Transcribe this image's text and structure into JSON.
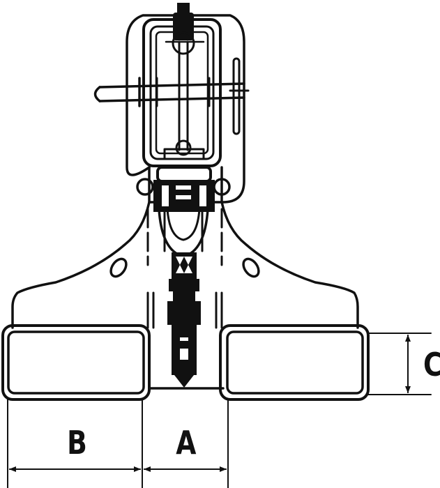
{
  "figure": {
    "subject": "Lifting clamp / fork attachment, front view",
    "line_color": "#111111",
    "background": "#ffffff"
  },
  "dimensions": {
    "A": {
      "label": "A",
      "meaning": "gap between fork tines"
    },
    "B": {
      "label": "B",
      "meaning": "tine width"
    },
    "C": {
      "label": "C",
      "meaning": "tine height"
    }
  }
}
